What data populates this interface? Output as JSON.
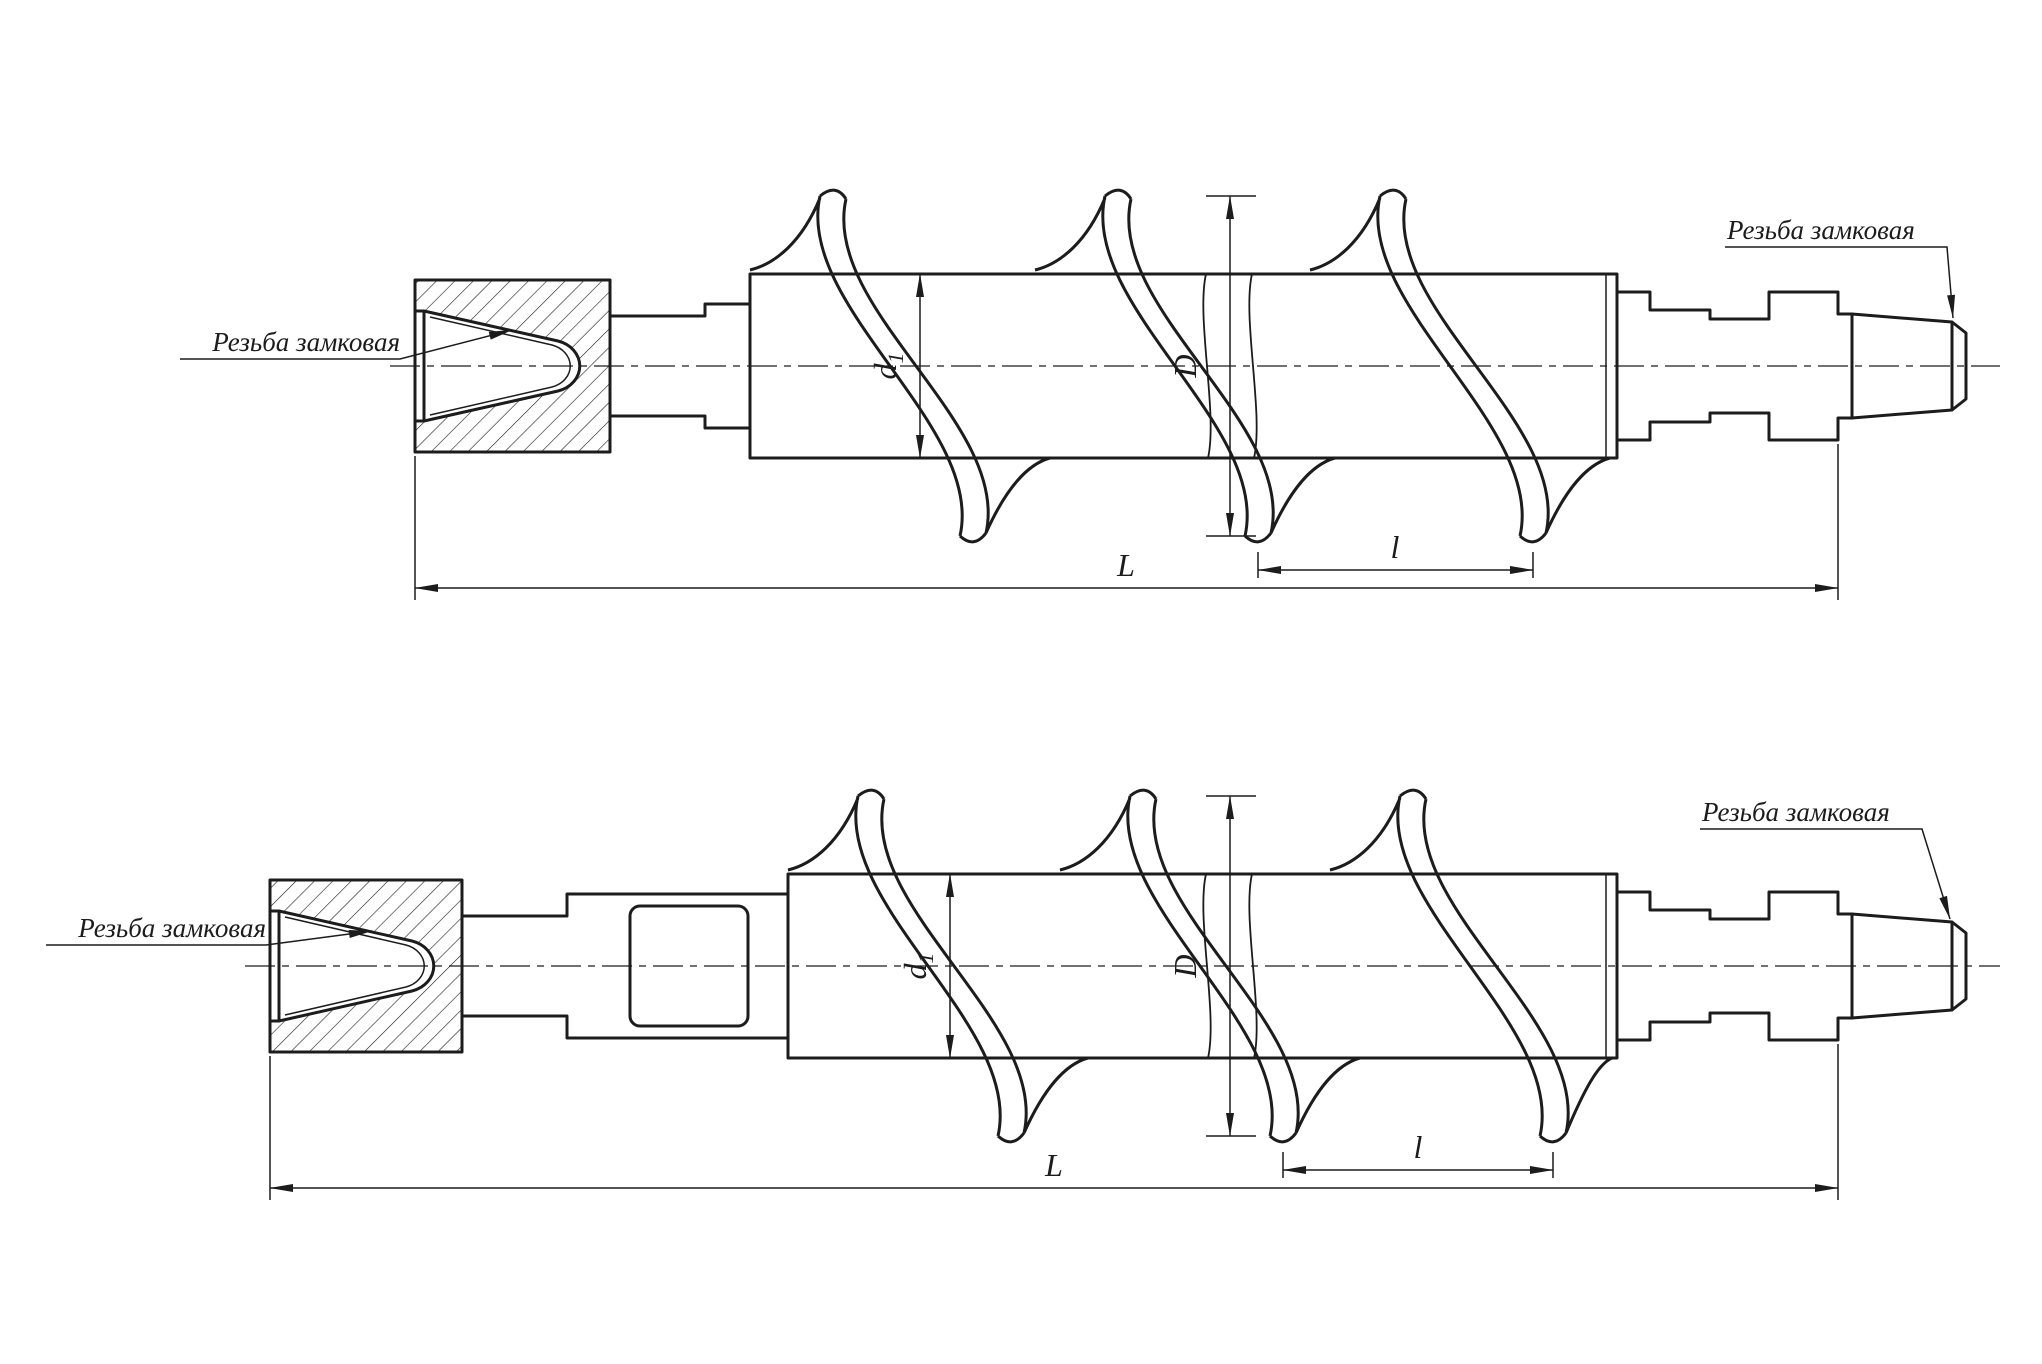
{
  "colors": {
    "background": "#ffffff",
    "line": "#1c1c1c"
  },
  "views": [
    {
      "id": "auger-rod-top",
      "left_thread_label": "Резьба замковая",
      "right_thread_label": "Резьба замковая",
      "dim_overall_length": "L",
      "dim_pitch": "l",
      "dim_auger_diameter": "D",
      "dim_shaft_diameter_base": "d",
      "dim_shaft_diameter_sub": "1"
    },
    {
      "id": "auger-rod-bottom",
      "left_thread_label": "Резьба замковая",
      "right_thread_label": "Резьба замковая",
      "dim_overall_length": "L",
      "dim_pitch": "l",
      "dim_auger_diameter": "D",
      "dim_shaft_diameter_base": "d",
      "dim_shaft_diameter_sub": "1"
    }
  ]
}
